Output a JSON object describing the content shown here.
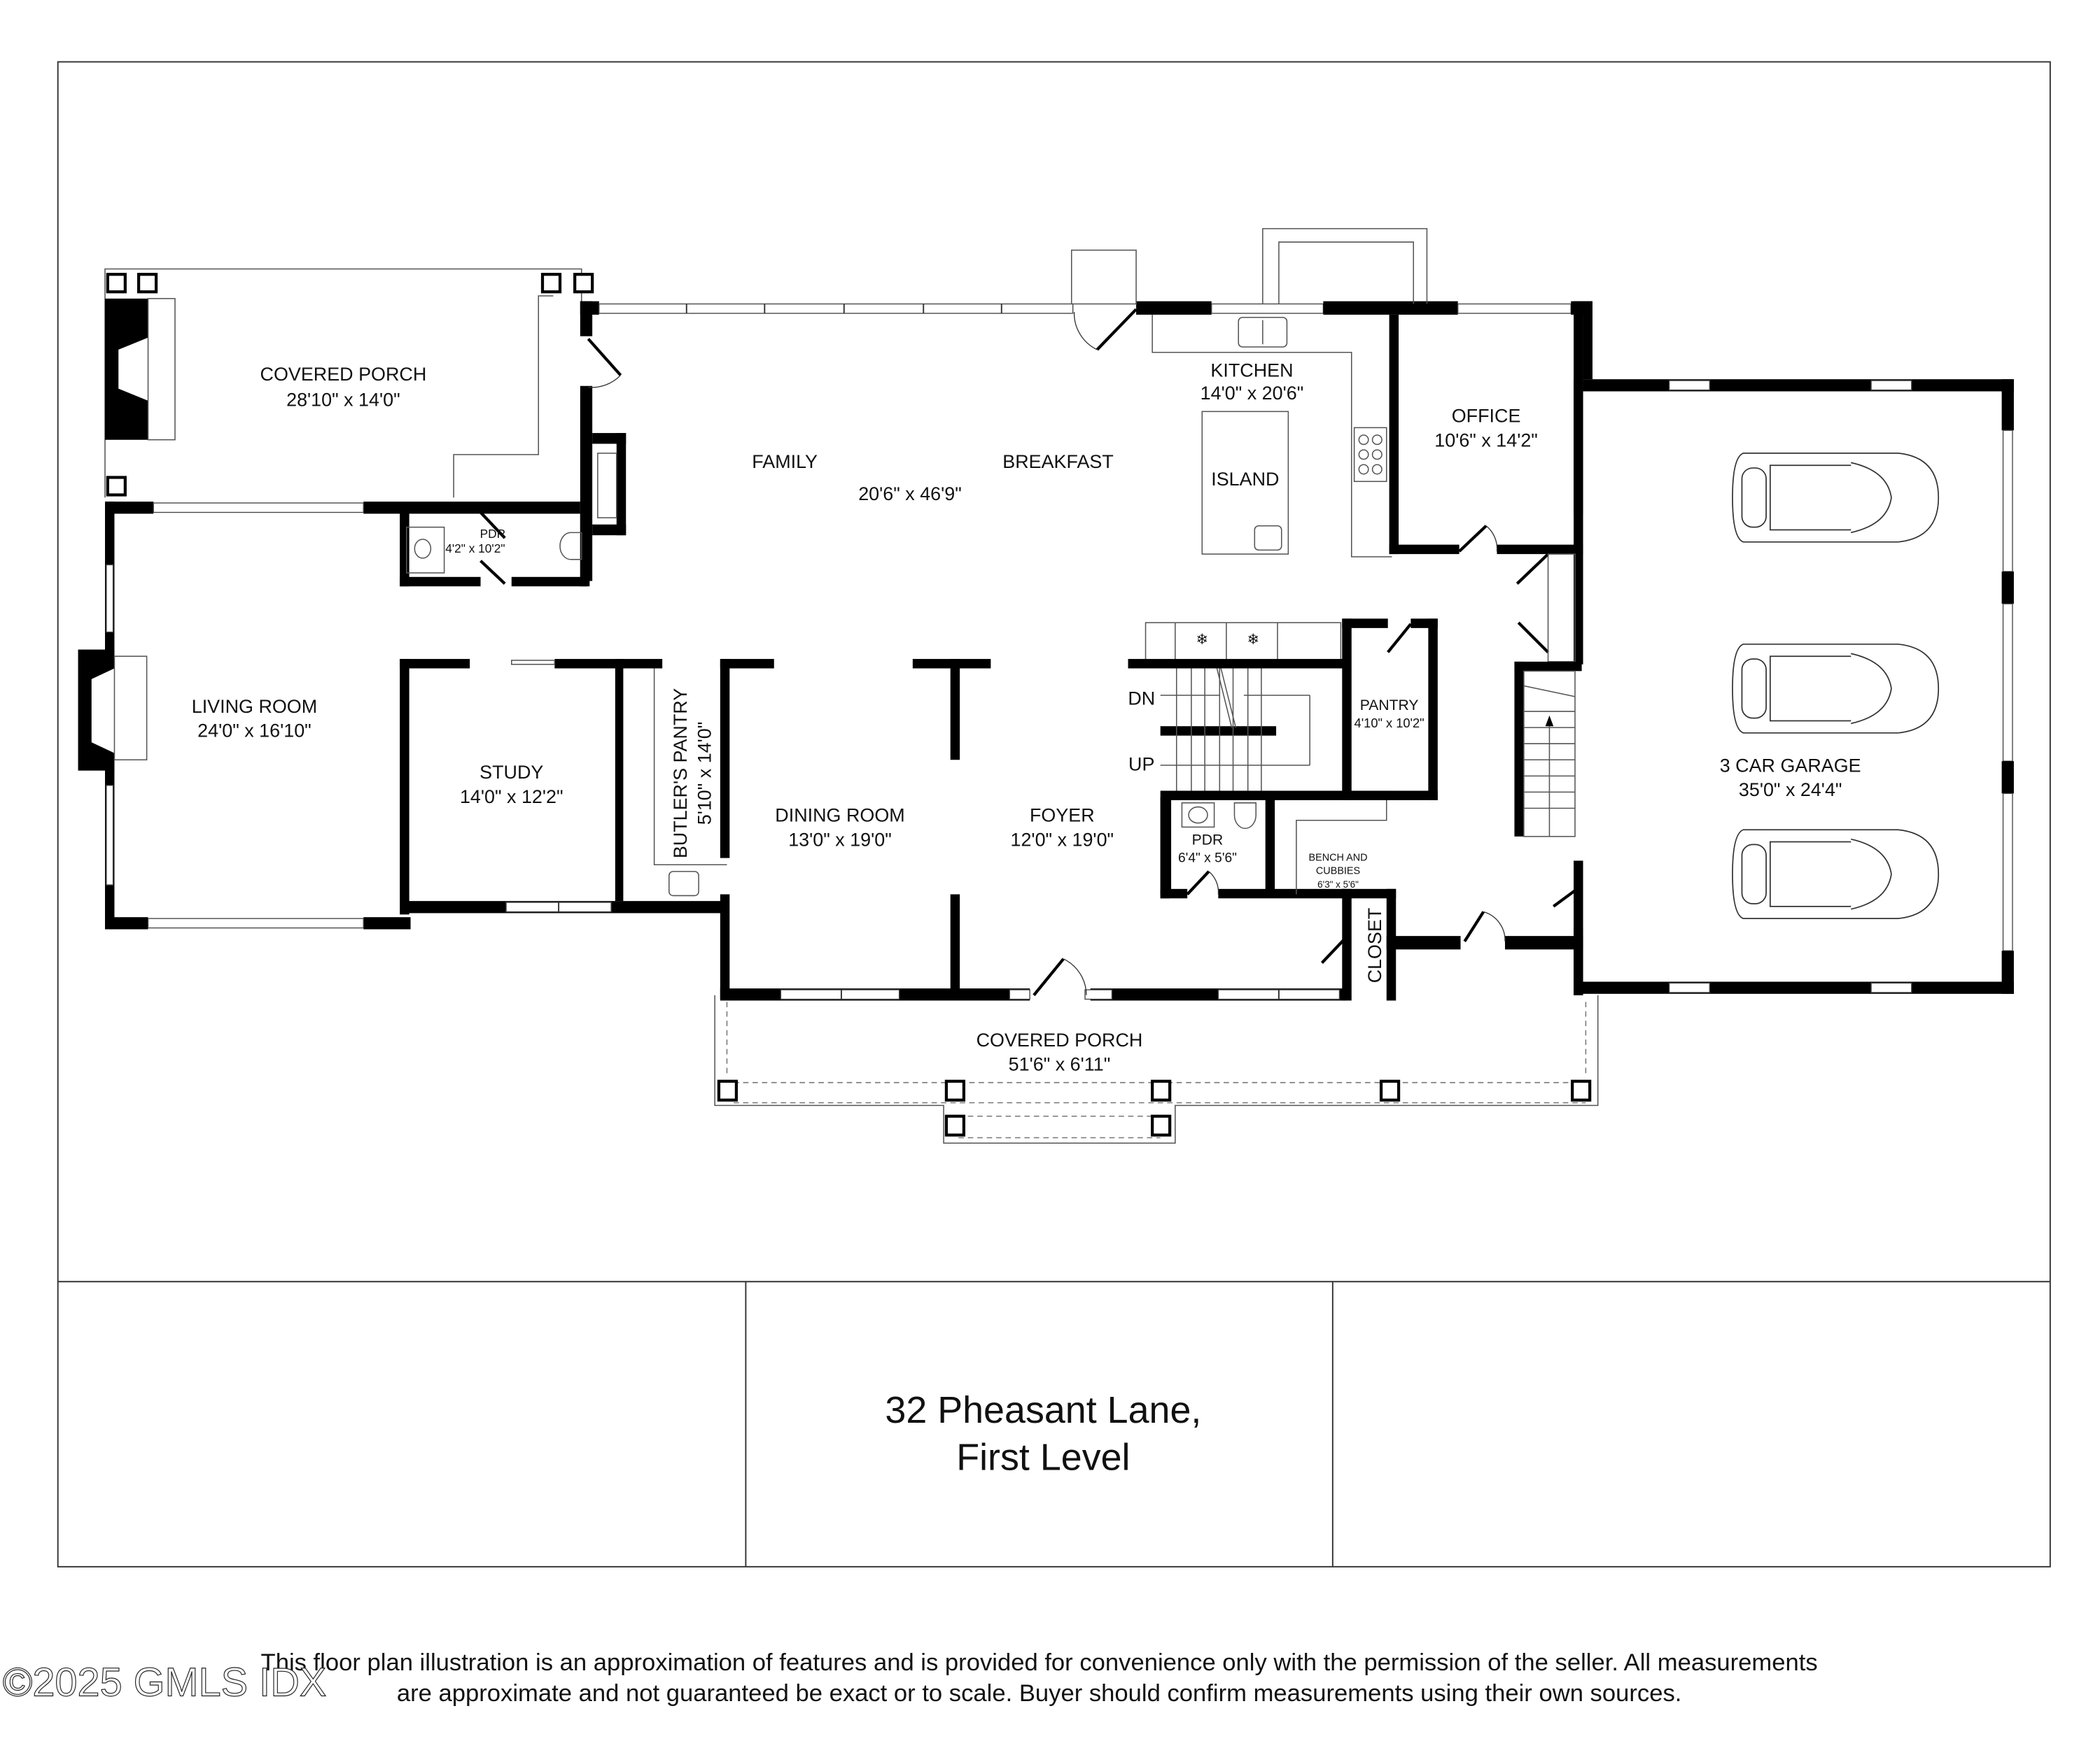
{
  "plan": {
    "title_line1": "32 Pheasant Lane,",
    "title_line2": "First Level",
    "rooms": [
      {
        "id": "covered-porch-rear",
        "name": "COVERED PORCH",
        "size": "28'10\" x 14'0\""
      },
      {
        "id": "pdr-upper",
        "name": "PDR",
        "size": "4'2\" x 10'2\""
      },
      {
        "id": "family",
        "name": "FAMILY",
        "size": "20'6\" x 46'9\""
      },
      {
        "id": "breakfast",
        "name": "BREAKFAST",
        "size": ""
      },
      {
        "id": "kitchen",
        "name": "KITCHEN",
        "size": "14'0\" x 20'6\""
      },
      {
        "id": "island",
        "name": "ISLAND",
        "size": ""
      },
      {
        "id": "office",
        "name": "OFFICE",
        "size": "10'6\" x 14'2\""
      },
      {
        "id": "living-room",
        "name": "LIVING ROOM",
        "size": "24'0\" x 16'10\""
      },
      {
        "id": "study",
        "name": "STUDY",
        "size": "14'0\" x 12'2\""
      },
      {
        "id": "butlers-pantry",
        "name": "BUTLER'S PANTRY",
        "size": "5'10\" x 14'0\""
      },
      {
        "id": "dining-room",
        "name": "DINING ROOM",
        "size": "13'0\" x 19'0\""
      },
      {
        "id": "foyer",
        "name": "FOYER",
        "size": "12'0\" x 19'0\""
      },
      {
        "id": "pantry",
        "name": "PANTRY",
        "size": "4'10\" x 10'2\""
      },
      {
        "id": "pdr-lower",
        "name": "PDR",
        "size": "6'4\" x 5'6\""
      },
      {
        "id": "bench-cubbies",
        "name": "BENCH AND",
        "name2": "CUBBIES",
        "size": "6'3\" x 5'6\""
      },
      {
        "id": "closet",
        "name": "CLOSET",
        "size": ""
      },
      {
        "id": "garage",
        "name": "3 CAR GARAGE",
        "size": "35'0\" x 24'4\""
      },
      {
        "id": "covered-porch-front",
        "name": "COVERED PORCH",
        "size": "51'6\" x 6'11\""
      }
    ],
    "stairs": {
      "down_label": "DN",
      "up_label": "UP"
    }
  },
  "footer": {
    "disclaimer_line1": "This floor plan illustration is an approximation of features and is provided for convenience only with the permission of the seller. All measurements",
    "disclaimer_line2": "are approximate and not guaranteed be exact or to scale. Buyer should confirm measurements using their own sources.",
    "watermark": "©2025 GMLS IDX"
  }
}
